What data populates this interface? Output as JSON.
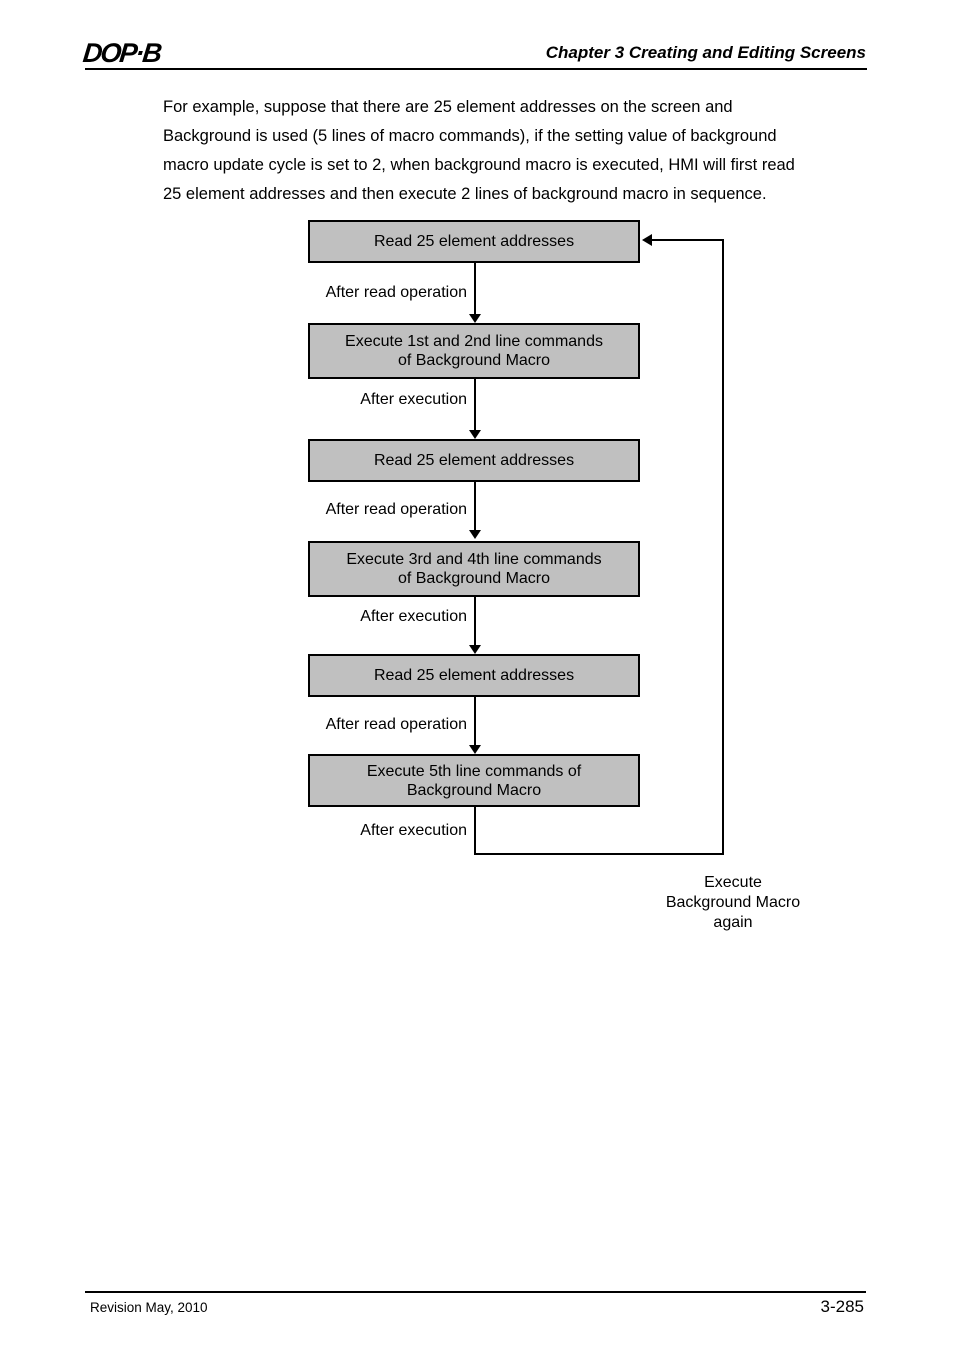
{
  "header": {
    "logo": "DOP·B",
    "chapter_title": "Chapter 3 Creating and Editing Screens"
  },
  "body": {
    "paragraph": "For example, suppose that there are 25 element addresses on the screen and Background is used (5 lines of macro commands), if the setting value of background macro update cycle is set to 2, when background macro is executed, HMI will first read 25 element addresses and then execute 2 lines of background macro in sequence.",
    "paragraph_lines": [
      "For example, suppose that there are 25 element addresses on the screen and",
      "Background is used (5 lines of macro commands), if the setting value of background",
      "macro update cycle is set to 2, when background macro is executed, HMI will first read",
      "25 element addresses and then execute 2 lines of background macro in sequence."
    ]
  },
  "flowchart": {
    "colors": {
      "box_fill": "#c0c0c0",
      "box_border": "#000000",
      "line": "#000000"
    },
    "boxes": [
      {
        "line1": "Read 25 element addresses"
      },
      {
        "line1": "Execute 1st and 2nd line commands",
        "line2": "of Background Macro"
      },
      {
        "line1": "Read 25 element addresses"
      },
      {
        "line1": "Execute 3rd and 4th line commands",
        "line2": "of Background Macro"
      },
      {
        "line1": "Read 25 element addresses"
      },
      {
        "line1": "Execute 5th line commands of",
        "line2": "Background Macro"
      }
    ],
    "edge_labels": [
      {
        "text": "After read operation"
      },
      {
        "text": "After execution"
      },
      {
        "text": "After read operation"
      },
      {
        "text": "After execution"
      },
      {
        "text": "After read operation"
      },
      {
        "text": "After execution"
      }
    ],
    "loop_label": {
      "lines": [
        "Execute",
        "Background Macro",
        "again"
      ]
    }
  },
  "footer": {
    "revision": "Revision May, 2010",
    "page_number": "3-285"
  }
}
